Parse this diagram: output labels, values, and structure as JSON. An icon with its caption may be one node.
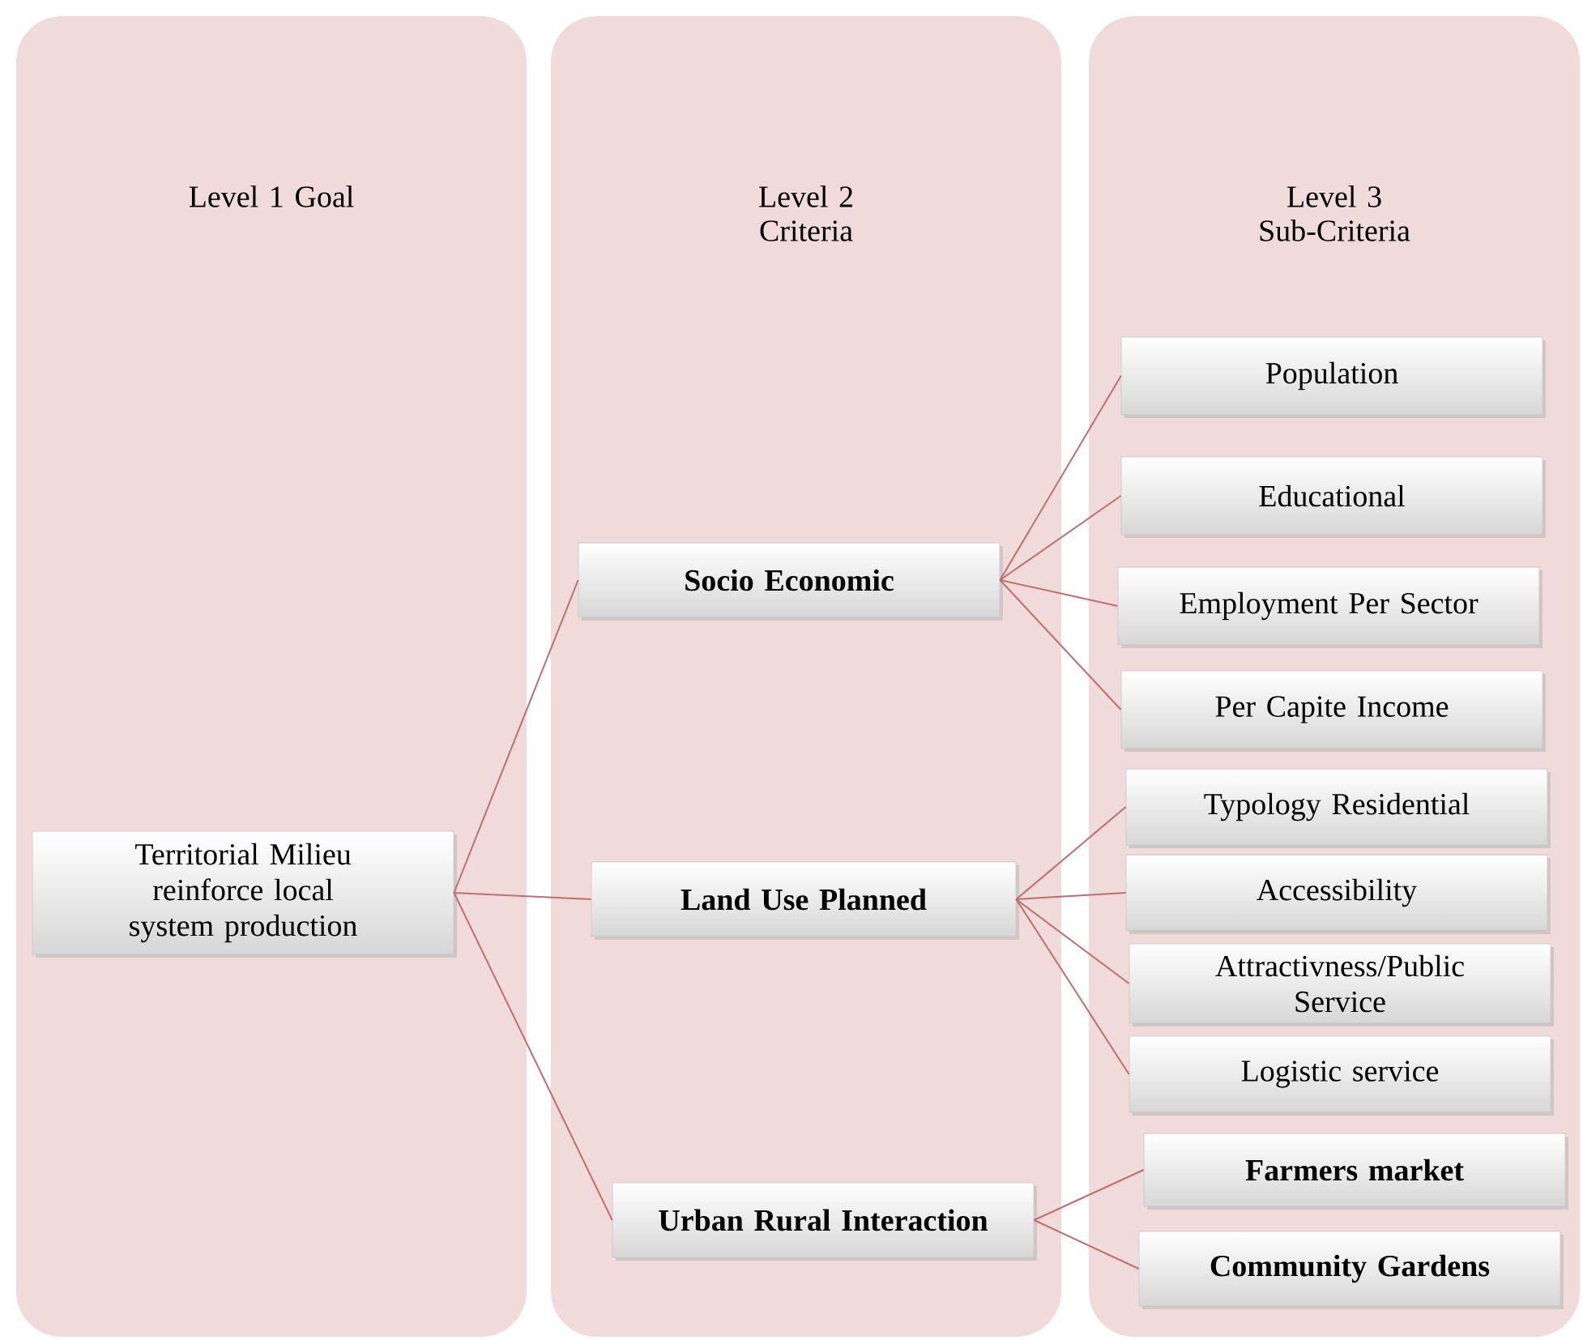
{
  "diagram": {
    "nodes": [
      {
        "text": [
          "Level 1 Goal"
        ]
      },
      {
        "text": [
          "Level 2 Criteria"
        ]
      },
      {
        "text": [
          "Level 3 Sub-Criteria"
        ]
      },
      {
        "text": [
          "Territorial Milieu reinforce local system production"
        ],
        "in": 0
      },
      {
        "text": [
          "Socio Economic"
        ],
        "in": 1
      },
      {
        "text": [
          "Land Use Planned"
        ],
        "in": 1
      },
      {
        "text": [
          "Urban Rural Interaction"
        ],
        "in": 1
      },
      {
        "text": [
          "Population"
        ],
        "in": 2
      },
      {
        "text": [
          "Educational"
        ],
        "in": 2
      },
      {
        "text": [
          "Employment Per Sector"
        ],
        "in": 2
      },
      {
        "text": [
          "Per Capite Income"
        ],
        "in": 2
      },
      {
        "text": [
          "Typology Residential"
        ],
        "in": 2
      },
      {
        "text": [
          "Accessibility"
        ],
        "in": 2
      },
      {
        "text": [
          "Attractivness/Public Service"
        ],
        "in": 2
      },
      {
        "text": [
          "Logistic service"
        ],
        "in": 2
      },
      {
        "text": [
          "Farmers market"
        ],
        "in": 2
      },
      {
        "text": [
          "Community Gardens"
        ],
        "in": 2
      }
    ],
    "edges": [
      {
        "from": 3,
        "to": 4,
        "arrow": "none"
      },
      {
        "from": 3,
        "to": 5,
        "arrow": "none"
      },
      {
        "from": 3,
        "to": 6,
        "arrow": "none"
      },
      {
        "from": 4,
        "to": 7,
        "arrow": "none"
      },
      {
        "from": 4,
        "to": 8,
        "arrow": "none"
      },
      {
        "from": 4,
        "to": 9,
        "arrow": "none"
      },
      {
        "from": 4,
        "to": 10,
        "arrow": "none"
      },
      {
        "from": 5,
        "to": 11,
        "arrow": "none"
      },
      {
        "from": 5,
        "to": 12,
        "arrow": "none"
      },
      {
        "from": 5,
        "to": 13,
        "arrow": "none"
      },
      {
        "from": 5,
        "to": 14,
        "arrow": "none"
      },
      {
        "from": 6,
        "to": 15,
        "arrow": "none"
      },
      {
        "from": 6,
        "to": 16,
        "arrow": "none"
      }
    ]
  }
}
